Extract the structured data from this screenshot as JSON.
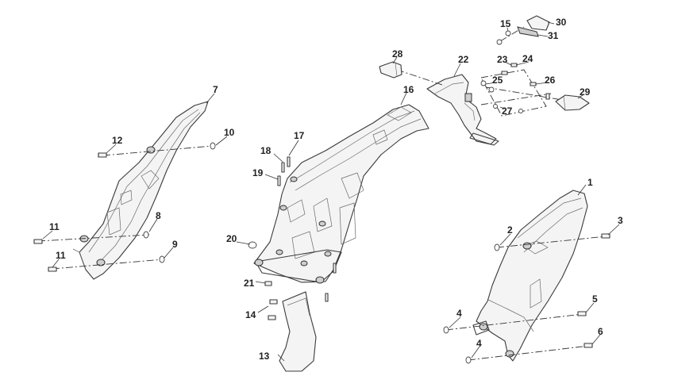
{
  "diagram": {
    "callouts": [
      {
        "id": "c1",
        "text": "1"
      },
      {
        "id": "c2",
        "text": "2"
      },
      {
        "id": "c3",
        "text": "3"
      },
      {
        "id": "c4a",
        "text": "4"
      },
      {
        "id": "c4b",
        "text": "4"
      },
      {
        "id": "c5",
        "text": "5"
      },
      {
        "id": "c6",
        "text": "6"
      },
      {
        "id": "c7",
        "text": "7"
      },
      {
        "id": "c8",
        "text": "8"
      },
      {
        "id": "c9",
        "text": "9"
      },
      {
        "id": "c10",
        "text": "10"
      },
      {
        "id": "c11a",
        "text": "11"
      },
      {
        "id": "c11b",
        "text": "11"
      },
      {
        "id": "c12",
        "text": "12"
      },
      {
        "id": "c13",
        "text": "13"
      },
      {
        "id": "c14",
        "text": "14"
      },
      {
        "id": "c15",
        "text": "15"
      },
      {
        "id": "c16",
        "text": "16"
      },
      {
        "id": "c17",
        "text": "17"
      },
      {
        "id": "c18",
        "text": "18"
      },
      {
        "id": "c19",
        "text": "19"
      },
      {
        "id": "c20",
        "text": "20"
      },
      {
        "id": "c21",
        "text": "21"
      },
      {
        "id": "c22",
        "text": "22"
      },
      {
        "id": "c23",
        "text": "23"
      },
      {
        "id": "c24",
        "text": "24"
      },
      {
        "id": "c25",
        "text": "25"
      },
      {
        "id": "c26",
        "text": "26"
      },
      {
        "id": "c27",
        "text": "27"
      },
      {
        "id": "c28",
        "text": "28"
      },
      {
        "id": "c29",
        "text": "29"
      },
      {
        "id": "c30",
        "text": "30"
      },
      {
        "id": "c31",
        "text": "31"
      }
    ]
  }
}
